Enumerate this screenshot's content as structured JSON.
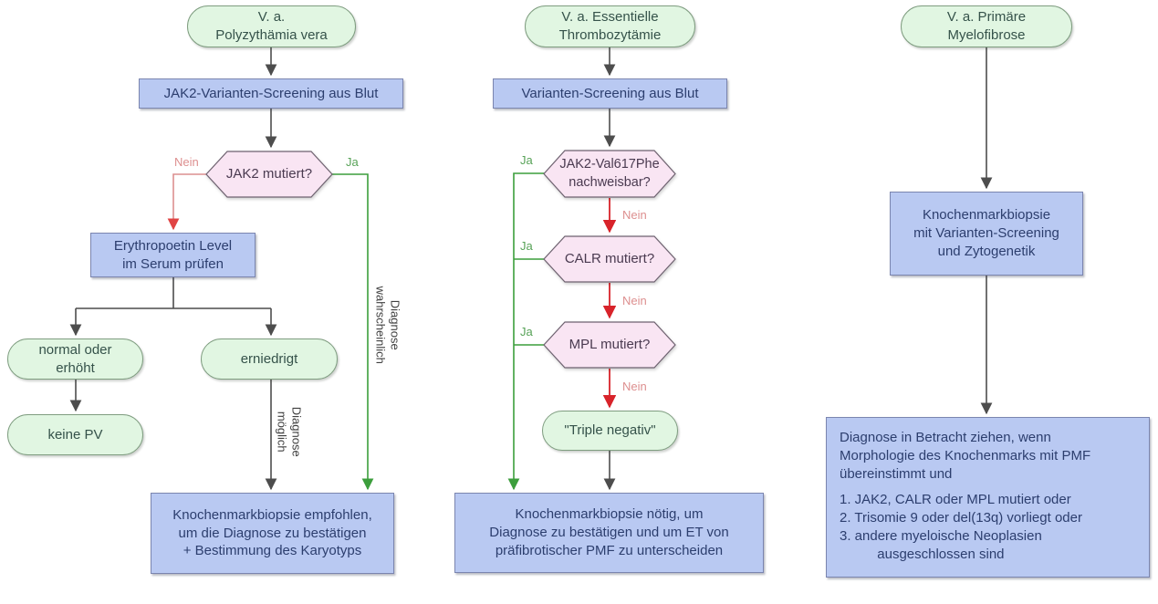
{
  "colors": {
    "node_green_fill": "#e1f6e2",
    "node_green_border": "#7f9d80",
    "node_blue_fill": "#b9c9f2",
    "node_blue_border": "#7b85af",
    "node_pink_fill": "#f9e5f3",
    "node_pink_border": "#6e6270",
    "arrow_dark": "#4d4d4d",
    "arrow_red": "#d8232a",
    "arrow_red_soft": "#dc8f8f",
    "arrow_green": "#3c9e3c",
    "label_nein": "#dd8f8f",
    "label_ja": "#57a257"
  },
  "pv_column": {
    "start": "V. a.\nPolyzythämia vera",
    "screening": "JAK2-Varianten-Screening aus Blut",
    "decision": "JAK2 mutiert?",
    "label_nein": "Nein",
    "label_ja": "Ja",
    "epo_check": "Erythropoetin Level\nim Serum prüfen",
    "result_normal": "normal oder\nerhöht",
    "result_low": "erniedrigt",
    "no_pv": "keine PV",
    "edge_diagnose_wahrscheinlich": "Diagnose\nwahrscheinlich",
    "edge_diagnose_moeglich": "Diagnose\nmöglich",
    "biopsy": "Knochenmarkbiopsie empfohlen,\num die Diagnose zu bestätigen\n+ Bestimmung des Karyotyps"
  },
  "et_column": {
    "start": "V. a. Essentielle\nThrombozytämie",
    "screening": "Varianten-Screening aus Blut",
    "decision_jak2": "JAK2-Val617Phe\nnachweisbar?",
    "decision_calr": "CALR mutiert?",
    "decision_mpl": "MPL mutiert?",
    "triple_negative": "\"Triple negativ\"",
    "label_ja": "Ja",
    "label_nein": "Nein",
    "biopsy": "Knochenmarkbiopsie nötig, um\nDiagnose zu bestätigen und um ET von\npräfibrotischer PMF zu unterscheiden"
  },
  "pmf_column": {
    "start": "V. a. Primäre\nMyelofibrose",
    "biopsy": "Knochenmarkbiopsie\nmit Varianten-Screening\nund Zytogenetik",
    "criteria_intro": "Diagnose in Betracht ziehen, wenn\nMorphologie des Knochenmarks mit PMF\nübereinstimmt und",
    "criteria": [
      "1. JAK2, CALR oder MPL mutiert oder",
      "2. Trisomie 9 oder del(13q) vorliegt oder",
      "3. andere myeloische Neoplasien\nausgeschlossen sind"
    ]
  }
}
